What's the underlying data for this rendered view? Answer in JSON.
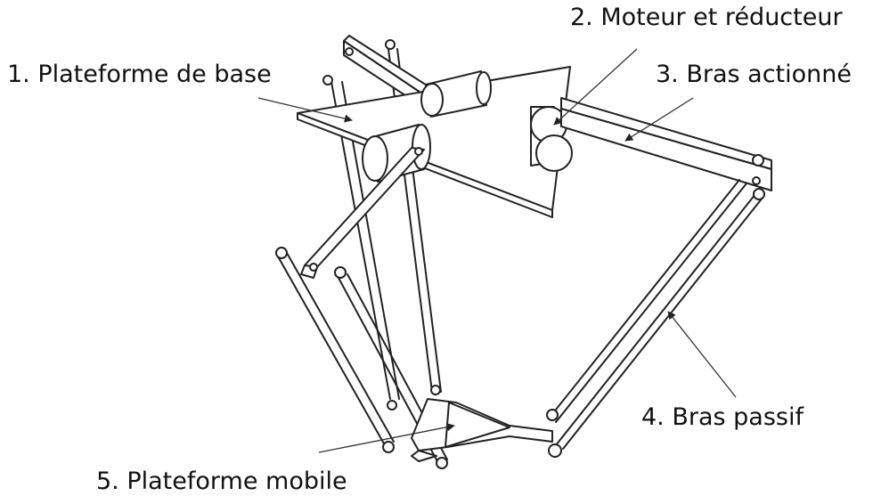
{
  "labels": {
    "base_platform": "1. Plateforme de base",
    "motor_reducer": "2. Moteur et réducteur",
    "actuated_arm": "3. Bras actionné",
    "passive_arm": "4. Bras passif",
    "mobile_platform": "5. Plateforme mobile"
  },
  "colors": {
    "stroke": "#222222",
    "fill": "#ffffff",
    "leader": "#333333"
  }
}
